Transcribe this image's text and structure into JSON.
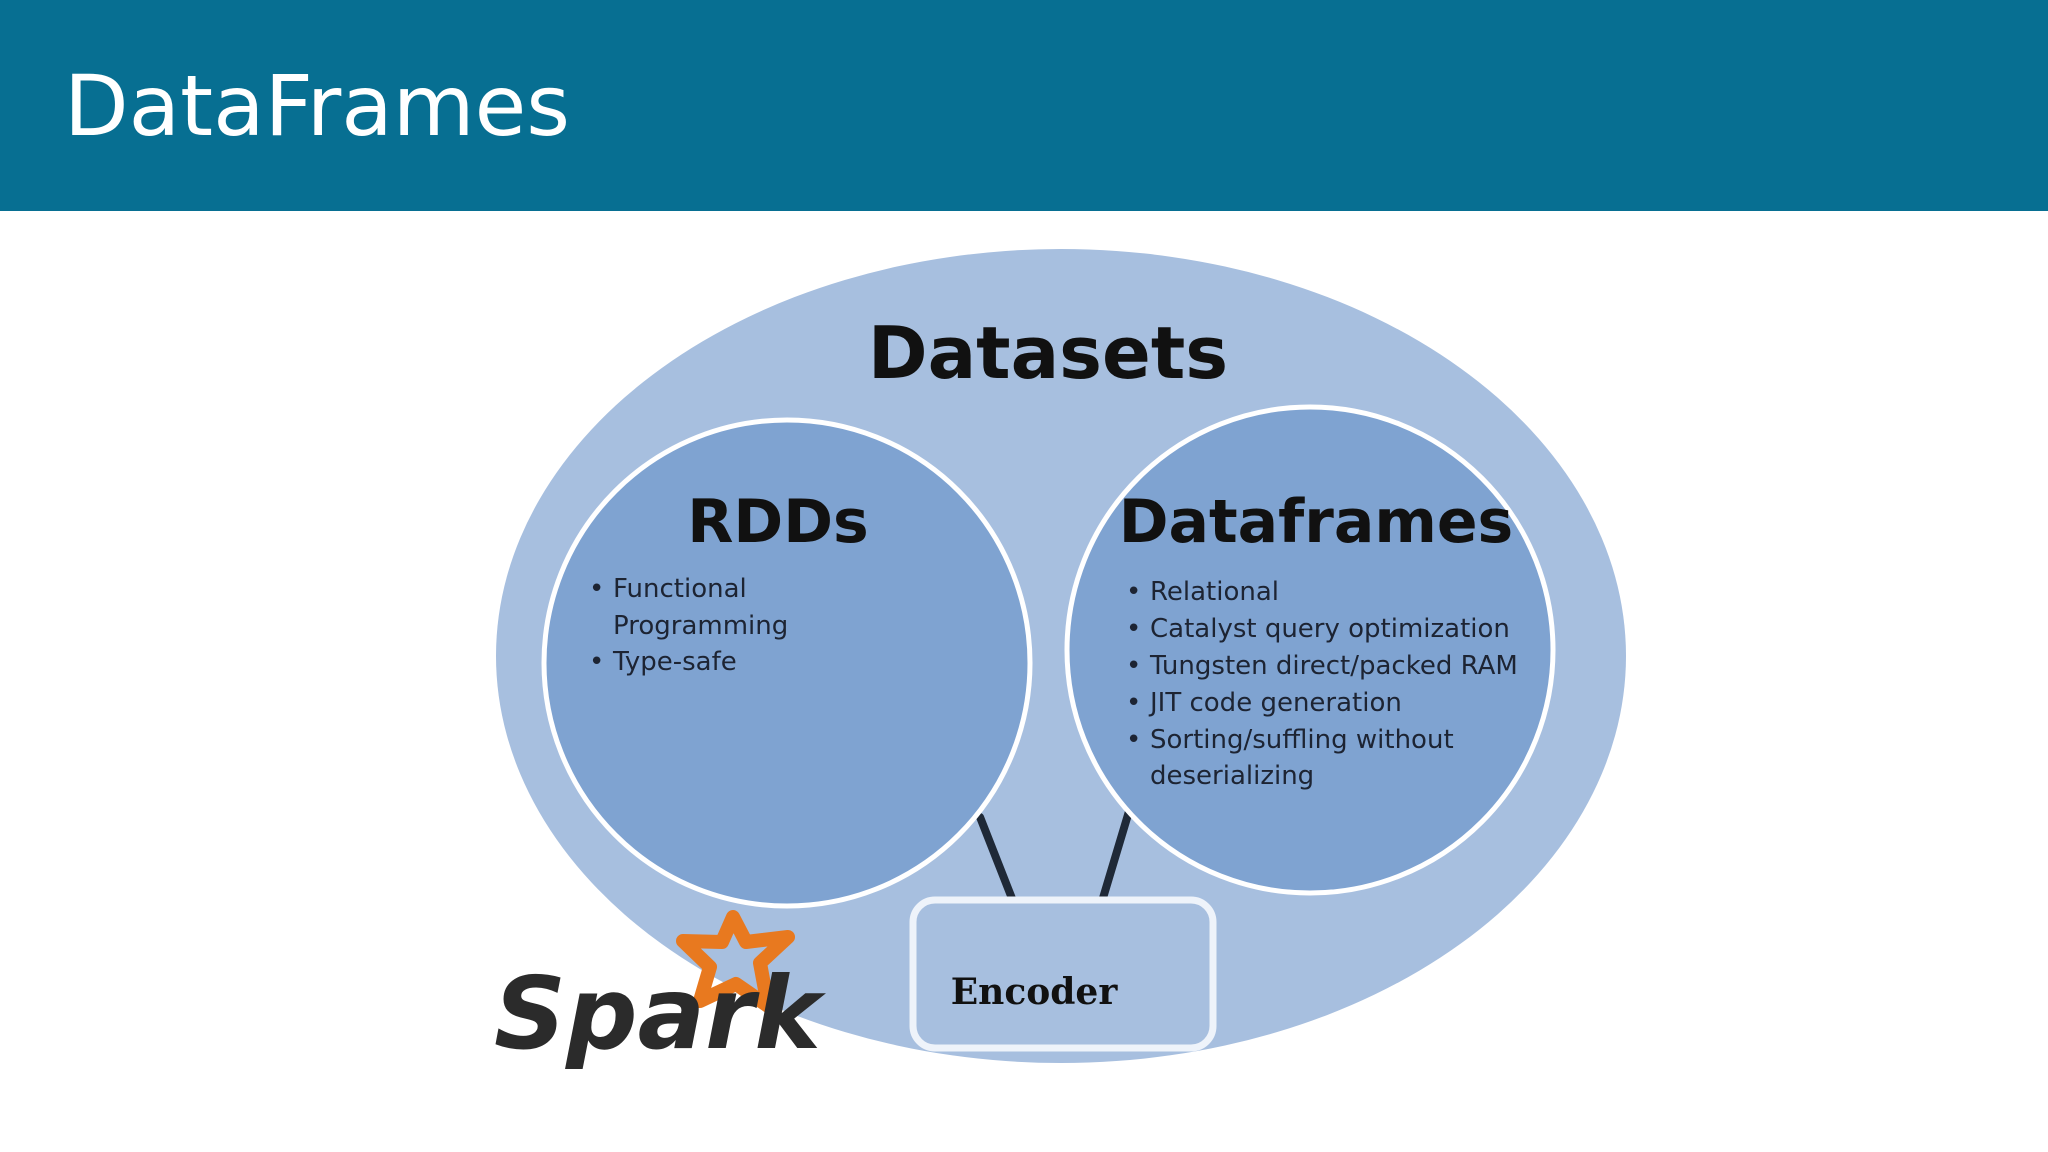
{
  "header": {
    "title": "DataFrames"
  },
  "diagram": {
    "outer": {
      "label": "Datasets"
    },
    "rdds": {
      "label": "RDDs",
      "bullets": [
        "Functional",
        "Programming",
        "Type-safe"
      ]
    },
    "dataframes": {
      "label": "Dataframes",
      "bullets": [
        "Relational",
        "Catalyst query optimization",
        "Tungsten direct/packed RAM",
        "JIT code generation",
        "Sorting/suffling without",
        "deserializing"
      ]
    },
    "encoder": {
      "label": "Encoder"
    }
  },
  "logo": {
    "text": "Spark",
    "icon": "spark-star-icon",
    "star_color": "#e8791f"
  },
  "colors": {
    "header_bg": "#076f92",
    "outer_ellipse": "#a7bfdf",
    "inner_circles": "#7fa3d1",
    "encoder_box": "#a7bfdf"
  }
}
